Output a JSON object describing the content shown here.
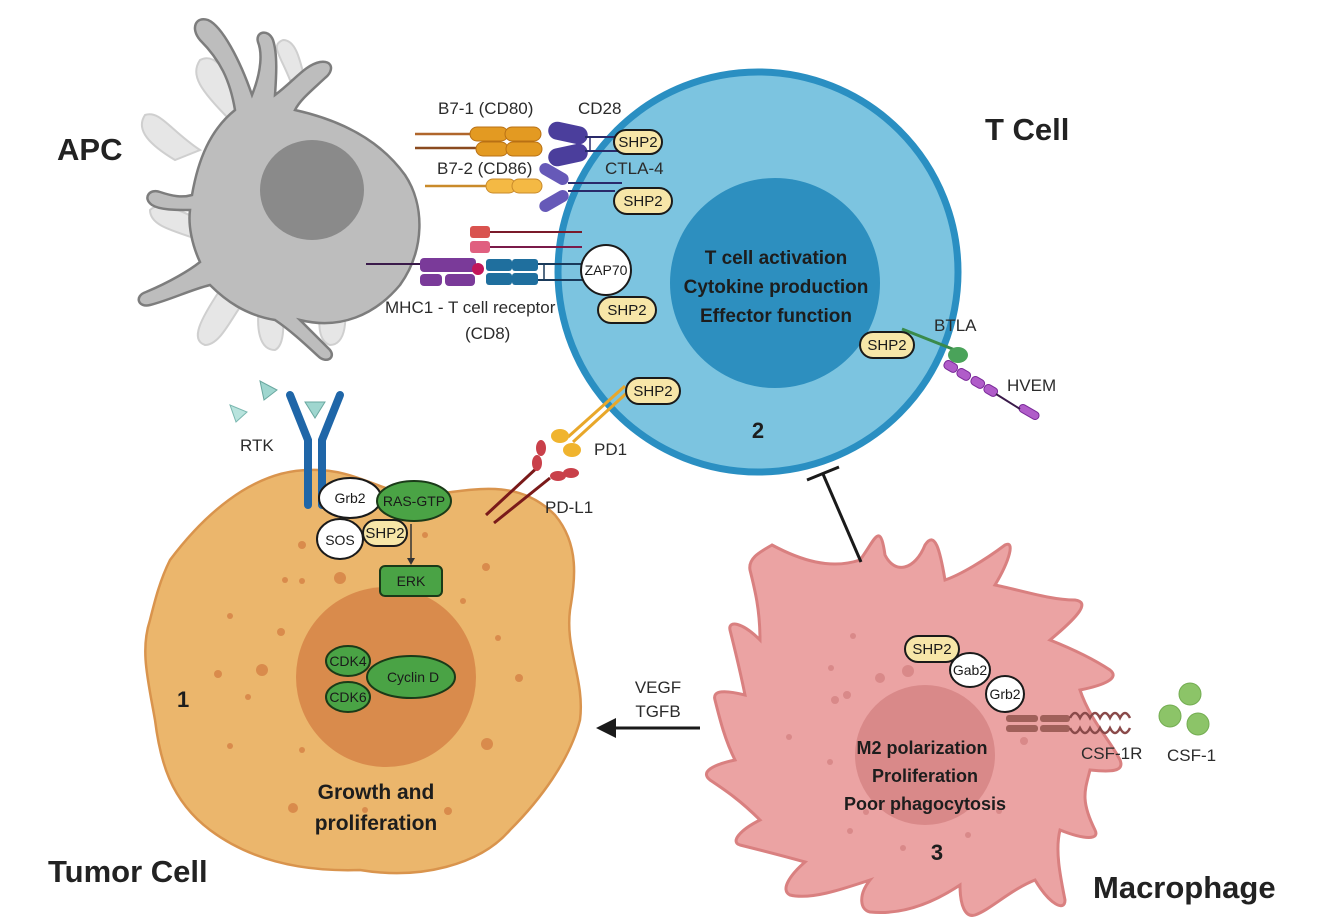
{
  "cells": {
    "apc": {
      "title": "APC"
    },
    "t_cell": {
      "title": "T Cell",
      "number": "2",
      "effects": [
        "T cell activation",
        "Cytokine production",
        "Effector function"
      ]
    },
    "tumor_cell": {
      "title": "Tumor Cell",
      "number": "1",
      "effects": [
        "Growth and",
        "proliferation"
      ]
    },
    "macrophage": {
      "title": "Macrophage",
      "number": "3",
      "effects": [
        "M2 polarization",
        "Proliferation",
        "Poor phagocytosis"
      ]
    }
  },
  "receptors": {
    "b7_1": "B7-1 (CD80)",
    "cd28": "CD28",
    "b7_2": "B7-2 (CD86)",
    "ctla4": "CTLA-4",
    "mhc_tcr": [
      "MHC1 - T cell receptor",
      "(CD8)"
    ],
    "btla": "BTLA",
    "hvem": "HVEM",
    "rtk": "RTK",
    "pd1": "PD1",
    "pdl1": "PD-L1",
    "csf1r": "CSF-1R",
    "csf1": "CSF-1"
  },
  "proteins": {
    "shp2": "SHP2",
    "zap70": "ZAP70",
    "grb2": "Grb2",
    "sos": "SOS",
    "ras_gtp": "RAS-GTP",
    "erk": "ERK",
    "cdk4": "CDK4",
    "cdk6": "CDK6",
    "cyclin_d": "Cyclin D",
    "gab2": "Gab2"
  },
  "arrows": {
    "secreted": [
      "VEGF",
      "TGFB"
    ]
  },
  "colors": {
    "apc_body": "#bdbdbd",
    "apc_nucleus": "#8a8a8a",
    "tcell_body": "#7cc4e0",
    "tcell_border": "#2a8fc2",
    "tcell_nucleus": "#2d8fbf",
    "tumor_body": "#ebb66c",
    "tumor_nucleus": "#d98b4c",
    "macrophage_body": "#eba3a3",
    "macrophage_nucleus": "#d98989",
    "shp2_fill": "#f7e6a8",
    "protein_green": "#4aa345"
  }
}
